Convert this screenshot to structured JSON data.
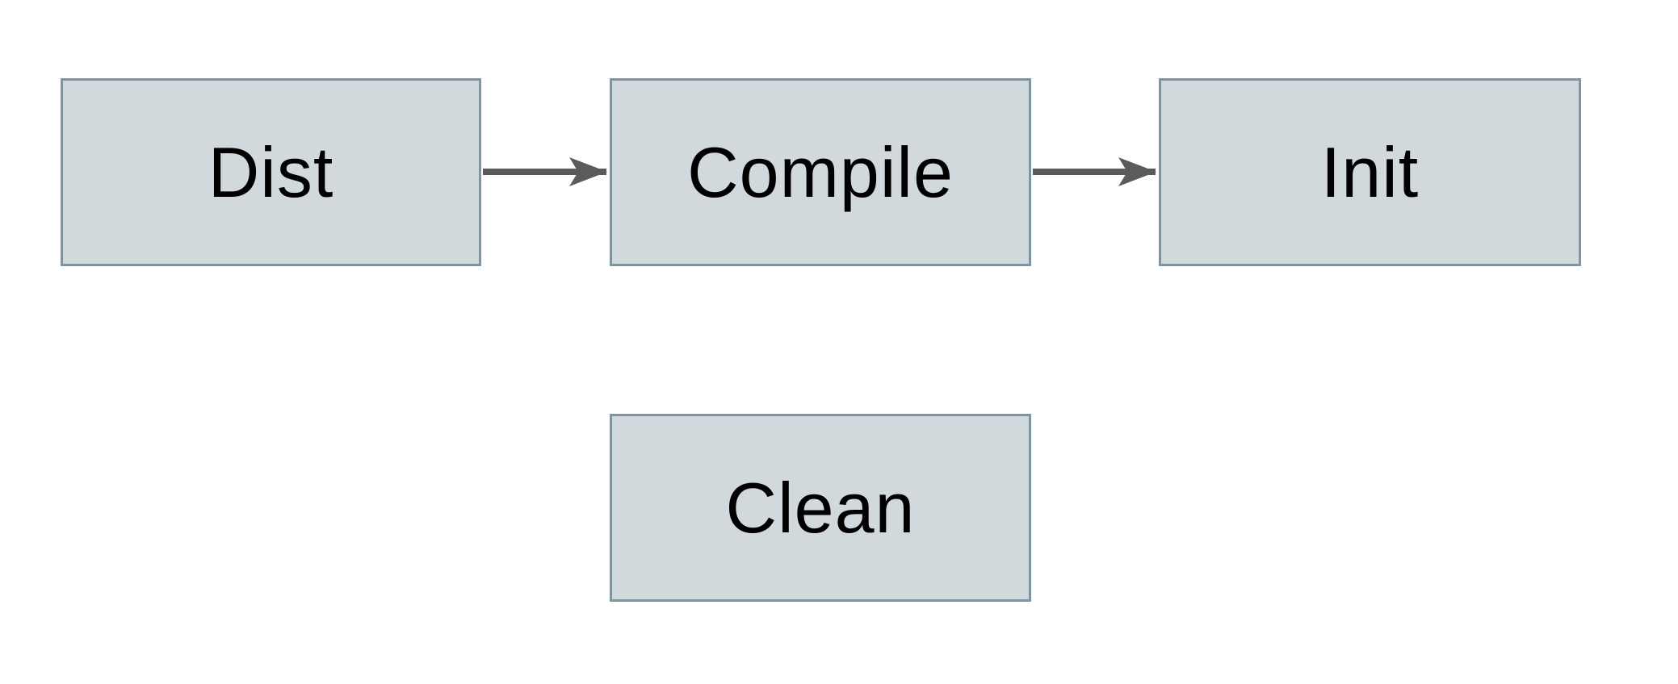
{
  "diagram": {
    "type": "flowchart",
    "colors": {
      "background": "#ffffff",
      "node_fill": "#d2d9dc",
      "node_border": "#7b96a4",
      "arrow": "#5b5b5b",
      "text": "#000000"
    },
    "nodes": [
      {
        "id": "dist",
        "label": "Dist"
      },
      {
        "id": "compile",
        "label": "Compile"
      },
      {
        "id": "init",
        "label": "Init"
      },
      {
        "id": "clean",
        "label": "Clean"
      }
    ],
    "edges": [
      {
        "from": "dist",
        "to": "compile"
      },
      {
        "from": "compile",
        "to": "init"
      }
    ]
  }
}
